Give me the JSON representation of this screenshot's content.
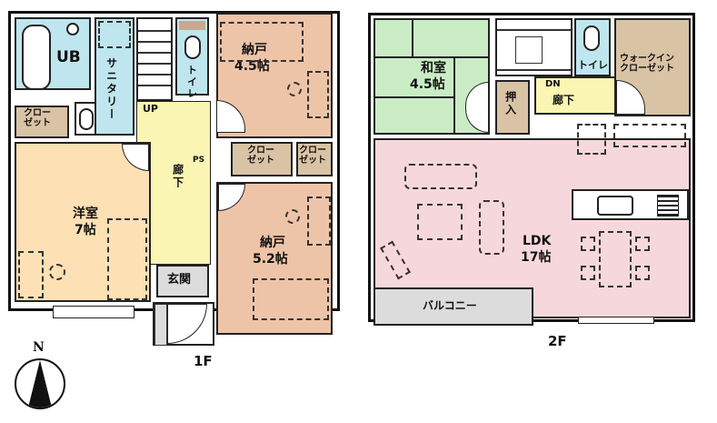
{
  "floor1": {
    "label": "1F",
    "rooms": {
      "unit_bath": {
        "name": "UB",
        "color": "#bfe6ee"
      },
      "sanitary": {
        "name": "サニタリー",
        "color": "#bfe6ee"
      },
      "toilet": {
        "name": "トイレ",
        "color": "#bfe6ee"
      },
      "closet_left": {
        "name": "クロー\nゼット",
        "color": "#d9c3a5"
      },
      "western_room": {
        "name": "洋室",
        "size": "7帖",
        "color": "#fde0b4"
      },
      "hallway": {
        "name": "廊下",
        "color": "#fbf5b3"
      },
      "up_label": "UP",
      "ps_label": "PS",
      "storage1": {
        "name": "納戸",
        "size": "4.5帖",
        "color": "#eec4a8"
      },
      "closet_mid": {
        "name": "クロー\nゼット",
        "color": "#d9c3a5"
      },
      "closet_right": {
        "name": "クロー\nゼット",
        "color": "#d9c3a5"
      },
      "storage2": {
        "name": "納戸",
        "size": "5.2帖",
        "color": "#eec4a8"
      },
      "entrance": {
        "name": "玄関",
        "color": "#dcdcdc"
      }
    }
  },
  "floor2": {
    "label": "2F",
    "rooms": {
      "japanese_room": {
        "name": "和室",
        "size": "4.5帖",
        "color": "#c9ecc5"
      },
      "oshiire": {
        "name": "押入",
        "color": "#d9c3a5"
      },
      "dn_label": "DN",
      "hallway": {
        "name": "廊下",
        "color": "#fbf5b3"
      },
      "toilet": {
        "name": "トイレ",
        "color": "#bfe6ee"
      },
      "walk_in_closet": {
        "name": "ウォークイン\nクローゼット",
        "color": "#d9c3a5"
      },
      "ldk": {
        "name": "LDK",
        "size": "17帖",
        "color": "#f6d8dc"
      },
      "balcony": {
        "name": "バルコニー",
        "color": "#dcdcdc"
      }
    }
  },
  "compass": {
    "label": "N"
  }
}
